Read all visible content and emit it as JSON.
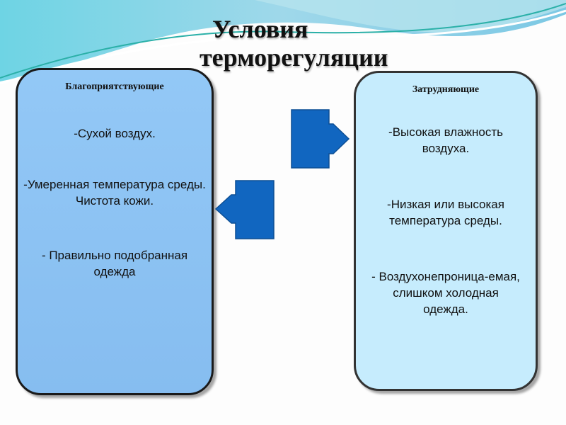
{
  "title": {
    "line1": "Условия",
    "line2": "терморегуляции"
  },
  "left": {
    "heading": "Благоприятствующие",
    "items": [
      "-Сухой воздух.",
      "-Умеренная температура среды. Чистота кожи.",
      "- Правильно подобранная одежда"
    ]
  },
  "right": {
    "heading": "Затрудняющие",
    "items": [
      "-Высокая влажность воздуха.",
      "-Низкая или высокая температура среды.",
      "- Воздухонепроница-емая, слишком холодная одежда."
    ]
  },
  "colors": {
    "arrow": "#1166c0",
    "left_box": "#8ec4f4",
    "right_box": "#c6ecfd"
  }
}
